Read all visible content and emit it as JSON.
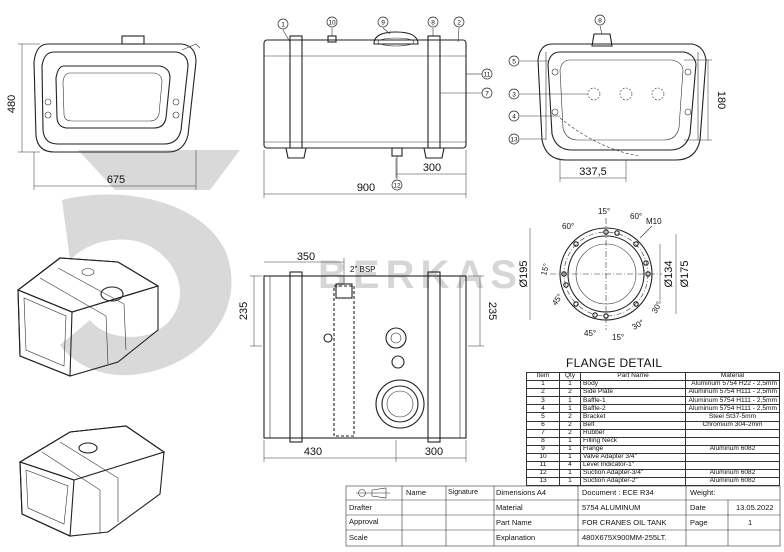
{
  "drawing": {
    "flange_title": "FLANGE DETAIL",
    "watermark": "BERKAS",
    "dims": {
      "side_height": "480",
      "side_width": "675",
      "front_length": "900",
      "front_300": "300",
      "rear_180": "180",
      "rear_337": "337,5",
      "plan_350": "350",
      "plan_bsp": "2\" BSP",
      "plan_235_left": "235",
      "plan_235_right": "235",
      "plan_430": "430",
      "plan_300": "300",
      "flange_195": "Ø195",
      "flange_175": "Ø175",
      "flange_134": "Ø134",
      "flange_m10": "M10",
      "flange_15_top": "15°",
      "flange_60_left": "60°",
      "flange_60_right": "60°",
      "flange_15_left": "15°",
      "flange_45_left": "45°",
      "flange_45_bottom": "45°",
      "flange_30_right": "30°",
      "flange_30_bottom": "30°",
      "flange_15_bottom": "15°"
    },
    "balloons": {
      "b1": "1",
      "b10": "10",
      "b9": "9",
      "b8": "8",
      "b2": "2",
      "b11": "11",
      "b7": "7",
      "b12": "12",
      "r8": "8",
      "r5": "5",
      "r3": "3",
      "r4": "4",
      "r13": "13"
    }
  },
  "parts_table": {
    "headers": [
      "Item",
      "Qty",
      "Part Name",
      "Material"
    ],
    "rows": [
      [
        "1",
        "1",
        "Body",
        "Aluminum 5754 H22 - 2,5mm"
      ],
      [
        "2",
        "2",
        "Side Plate",
        "Aluminum 5754 H111 - 2,5mm"
      ],
      [
        "3",
        "1",
        "Baffle-1",
        "Aluminum 5754 H111 - 2,5mm"
      ],
      [
        "4",
        "1",
        "Baffle-2",
        "Aluminum 5754 H111 - 2,5mm"
      ],
      [
        "5",
        "2",
        "Bracket",
        "Steel St37-5mm"
      ],
      [
        "6",
        "2",
        "Belt",
        "Chromium 304-2mm"
      ],
      [
        "7",
        "2",
        "Rubber",
        ""
      ],
      [
        "8",
        "1",
        "Filling Neck",
        ""
      ],
      [
        "9",
        "1",
        "Flange",
        "Aluminum 6082"
      ],
      [
        "10",
        "1",
        "Valve Adapter 3/4\"",
        ""
      ],
      [
        "11",
        "4",
        "Level Indicator-1\"",
        ""
      ],
      [
        "12",
        "1",
        "Suction Adapter-3/4\"",
        "Aluminum 6082"
      ],
      [
        "13",
        "1",
        "Suction Adapter-2\"",
        "Aluminum 6082"
      ]
    ]
  },
  "title_block": {
    "name": "Name",
    "signature": "Signature",
    "dimensions": "Dimensions  A4",
    "document": "Document : ECE R34",
    "weight": "Weight:",
    "drafter": "Drafter",
    "material_label": "Material",
    "material_value": "5754 ALUMINUM",
    "date_label": "Date",
    "date_value": "13.05.2022",
    "approval": "Approval",
    "part_name_label": "Part Name",
    "part_name_value": "FOR CRANES OIL TANK",
    "page_label": "Page",
    "page_value": "1",
    "scale": "Scale",
    "explanation_label": "Explanation",
    "explanation_value": "480X675X900MM-255LT."
  }
}
